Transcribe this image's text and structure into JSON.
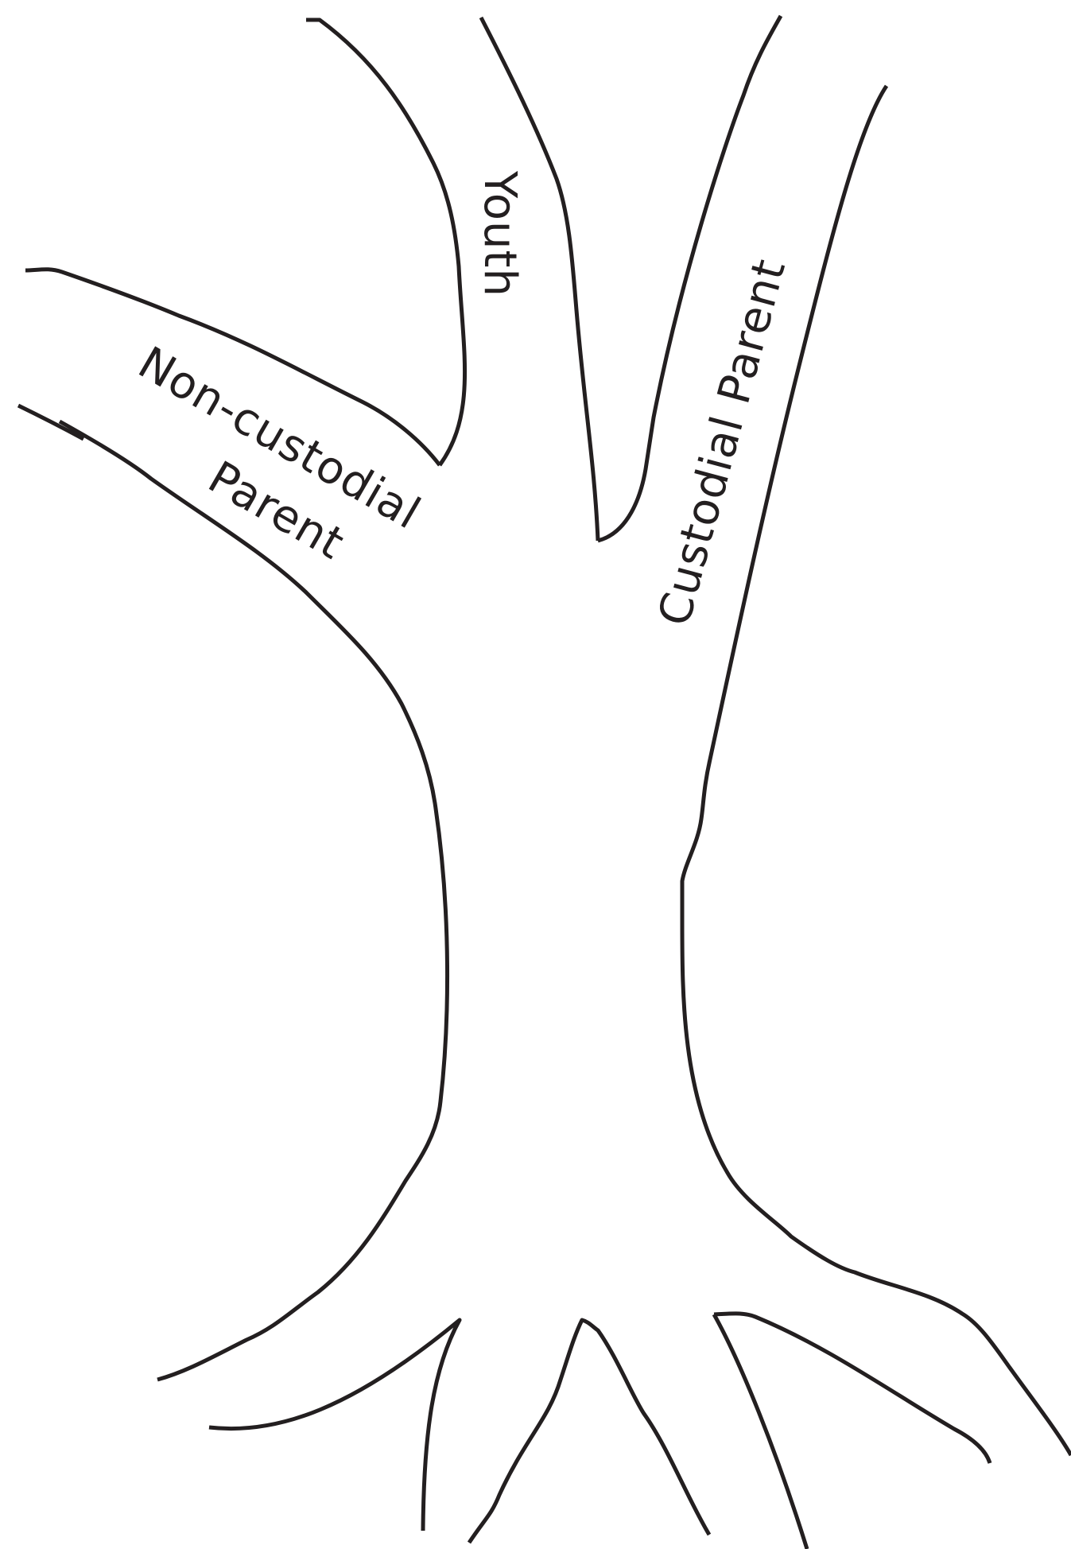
{
  "labels": {
    "youth": "Youth",
    "custodial_parent": "Custodial Parent",
    "non_custodial_line1": "Non-custodial",
    "non_custodial_line2": "Parent"
  },
  "colors": {
    "outline": "#231f20",
    "background": "#ffffff"
  }
}
